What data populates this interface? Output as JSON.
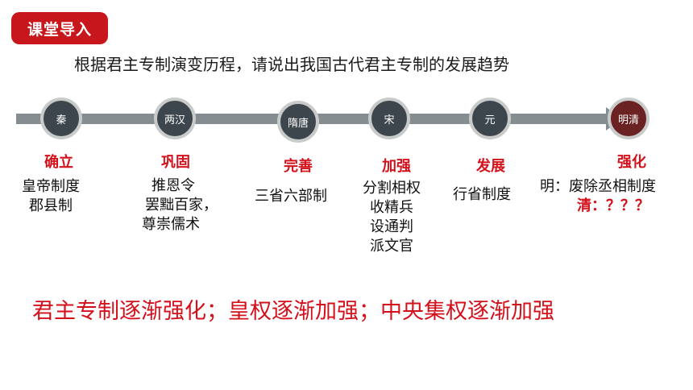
{
  "header": {
    "badge": "课堂导入",
    "question": "根据君主专制演变历程，请说出我国古代君主专制的发展趋势"
  },
  "timeline": {
    "nodes": [
      {
        "label": "秦",
        "stage": "确立",
        "details": [
          "皇帝制度",
          "郡县制"
        ]
      },
      {
        "label": "两汉",
        "stage": "巩固",
        "details": [
          "推恩令",
          "罢黜百家，",
          "尊崇儒术"
        ]
      },
      {
        "label": "隋唐",
        "stage": "完善",
        "details": [
          "三省六部制"
        ]
      },
      {
        "label": "宋",
        "stage": "加强",
        "details": [
          "分割相权",
          "收精兵",
          "设通判",
          "派文官"
        ]
      },
      {
        "label": "元",
        "stage": "发展",
        "details": [
          "行省制度"
        ]
      },
      {
        "label": "明清",
        "stage": "强化",
        "details": [
          "明：废除丞相制度",
          "清：？？？"
        ]
      }
    ],
    "colors": {
      "line": "#868d91",
      "node": "#3d464c",
      "final_node": "#6a2223",
      "accent": "#d4111b"
    }
  },
  "conclusion": "君主专制逐渐强化；皇权逐渐加强；中央集权逐渐加强"
}
